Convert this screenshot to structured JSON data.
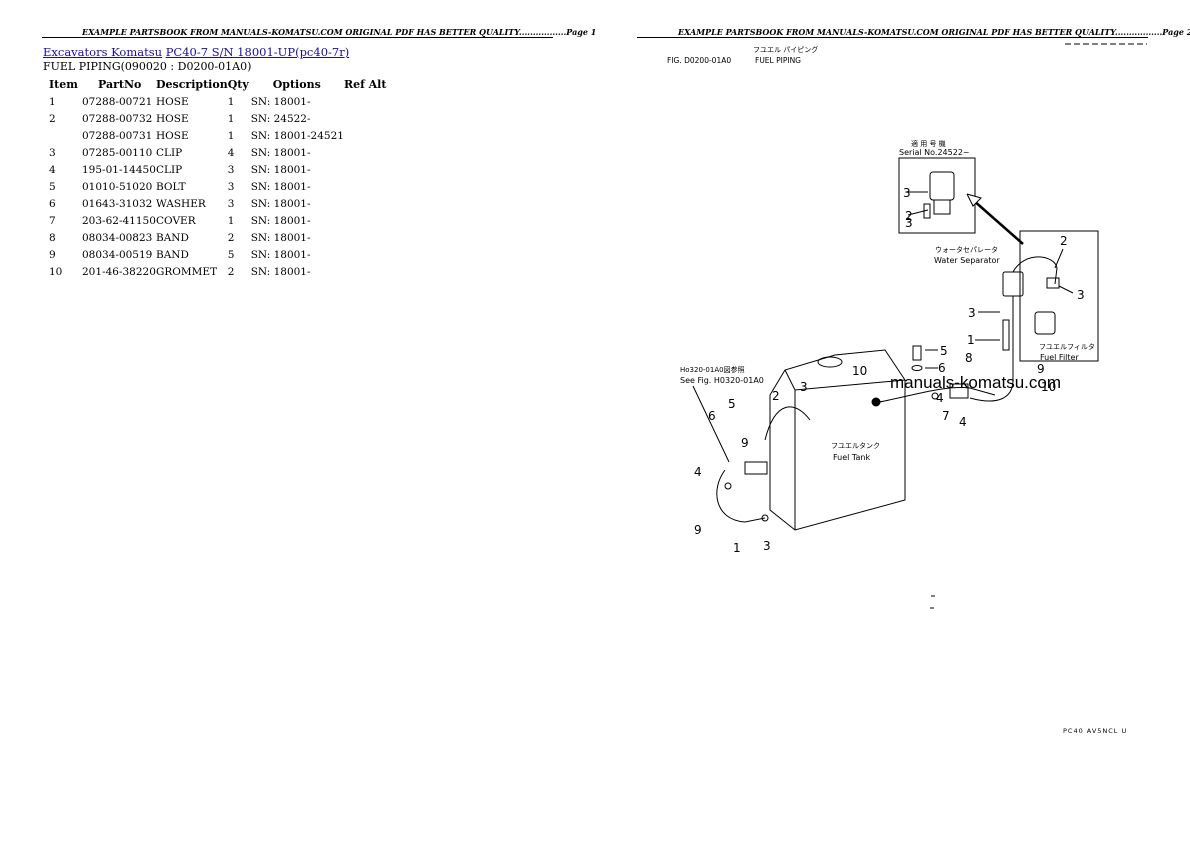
{
  "page1": {
    "banner": "EXAMPLE PARTSBOOK FROM MANUALS-KOMATSU.COM ORIGINAL PDF HAS BETTER QUALITY.................Page 1",
    "breadcrumb": {
      "link1": "Excavators Komatsu",
      "link2": "PC40-7 S/N 18001-UP(pc40-7r)"
    },
    "subtitle": "FUEL PIPING(090020 : D0200-01A0)",
    "table": {
      "headers": [
        "Item",
        "PartNo",
        "Description",
        "Qty",
        "Options",
        "Ref Alt"
      ],
      "rows": [
        [
          "1",
          "07288-00721",
          "HOSE",
          "1",
          "SN: 18001-",
          ""
        ],
        [
          "2",
          "07288-00732",
          "HOSE",
          "1",
          "SN: 24522-",
          ""
        ],
        [
          "",
          "07288-00731",
          "HOSE",
          "1",
          "SN: 18001-24521",
          ""
        ],
        [
          "3",
          "07285-00110",
          "CLIP",
          "4",
          "SN: 18001-",
          ""
        ],
        [
          "4",
          "195-01-14450",
          "CLIP",
          "3",
          "SN: 18001-",
          ""
        ],
        [
          "5",
          "01010-51020",
          "BOLT",
          "3",
          "SN: 18001-",
          ""
        ],
        [
          "6",
          "01643-31032",
          "WASHER",
          "3",
          "SN: 18001-",
          ""
        ],
        [
          "7",
          "203-62-41150",
          "COVER",
          "1",
          "SN: 18001-",
          ""
        ],
        [
          "8",
          "08034-00823",
          "BAND",
          "2",
          "SN: 18001-",
          ""
        ],
        [
          "9",
          "08034-00519",
          "BAND",
          "5",
          "SN: 18001-",
          ""
        ],
        [
          "10",
          "201-46-38220",
          "GROMMET",
          "2",
          "SN: 18001-",
          ""
        ]
      ]
    }
  },
  "page2": {
    "banner": "EXAMPLE PARTSBOOK FROM MANUALS-KOMATSU.COM ORIGINAL PDF HAS BETTER QUALITY.................Page 2",
    "drawing": {
      "fig_jp": "フユエル パイピング",
      "fig_code": "FIG. D0200-01A0",
      "fig_title": "FUEL PIPING",
      "serial_jp": "適 用 号 機",
      "serial_label": "Serial No.24522~",
      "water_sep_jp": "ウォータセパレータ",
      "water_sep_label": "Water Separator",
      "fuel_filter_jp": "フユエルフィルタ",
      "fuel_filter_label": "Fuel Filter",
      "fuel_tank_jp": "フユエルタンク",
      "fuel_tank_label": "Fuel Tank",
      "see_fig_jp": "Ho320-01A0図参照",
      "see_fig_label": "See Fig. H0320-01A0",
      "footer_code": "PC40 AV5NCL U",
      "watermark": "manuals-komatsu.com",
      "callouts": [
        "1",
        "2",
        "3",
        "4",
        "5",
        "6",
        "7",
        "8",
        "9",
        "10"
      ]
    }
  }
}
